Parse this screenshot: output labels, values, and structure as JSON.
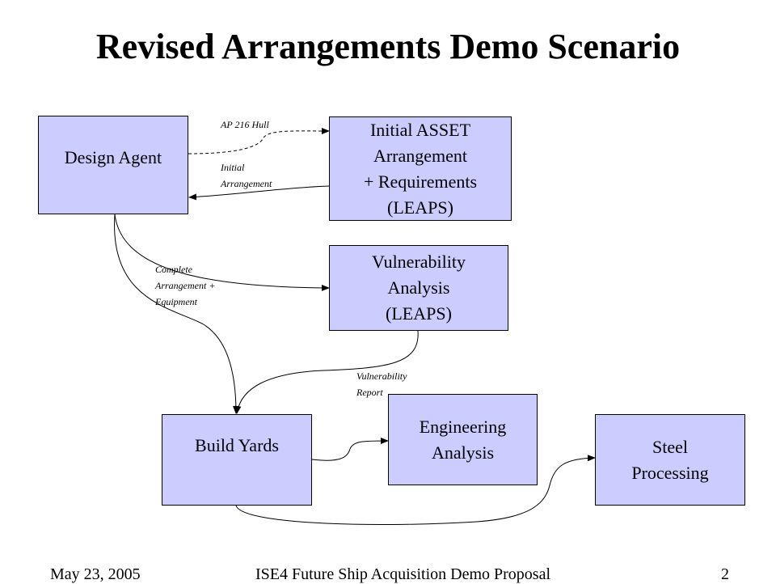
{
  "slide": {
    "title": "Revised Arrangements Demo Scenario"
  },
  "boxes": {
    "design_agent": "Design Agent",
    "initial_asset": "Initial ASSET\nArrangement\n+ Requirements\n(LEAPS)",
    "vulnerability": "Vulnerability\nAnalysis\n(LEAPS)",
    "build_yards": "Build Yards",
    "engineering": "Engineering\nAnalysis",
    "steel": "Steel\nProcessing"
  },
  "labels": {
    "ap216_hull": "AP 216 Hull",
    "initial_arrangement": "Initial\nArrangement",
    "complete_arrangement": "Complete\nArrangement +\nEquipment",
    "vulnerability_report": "Vulnerability\nReport"
  },
  "colors": {
    "box_fill": "#ccccff",
    "stroke": "#000000"
  },
  "footer": {
    "date": "May 23, 2005",
    "presentation": "ISE4 Future Ship Acquisition Demo Proposal",
    "page_number": "2"
  }
}
